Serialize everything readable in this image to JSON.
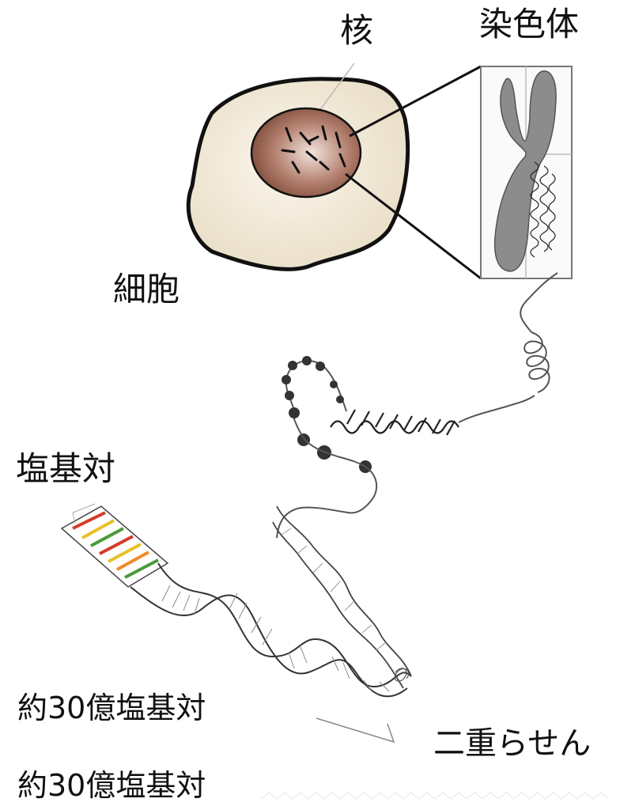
{
  "labels": {
    "nucleus": "核",
    "chromosome": "染色体",
    "cell": "細胞",
    "base_pair": "塩基対",
    "bp_count_1": "約30億塩基対",
    "double_helix": "二重らせん",
    "bp_count_2": "約30億塩基対"
  },
  "colors": {
    "cell_fill": "#efe5d2",
    "nucleus_fill": "#9a6650",
    "chromosome_fill": "#8c8c8c",
    "line": "#111111"
  }
}
